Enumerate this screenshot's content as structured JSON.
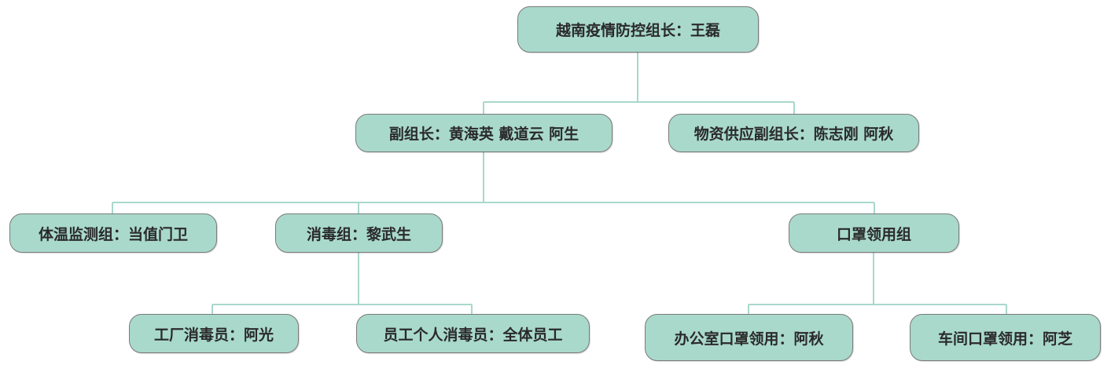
{
  "colors": {
    "node_fill": "#a9d9cb",
    "node_border": "#7a7a7a",
    "connector": "#a8d8cc"
  },
  "nodes": {
    "root": "越南疫情防控组长：王磊",
    "deputy": "副组长：黄海英 戴道云 阿生",
    "supply_deputy": "物资供应副组长：陈志刚 阿秋",
    "temperature": "体温监测组：当值门卫",
    "disinfection": "消毒组：黎武生",
    "mask": "口罩领用组",
    "factory_disinfector": "工厂消毒员：阿光",
    "staff_disinfector": "员工个人消毒员：全体员工",
    "office_mask": "办公室口罩领用：阿秋",
    "workshop_mask": "车间口罩领用：阿芝"
  }
}
